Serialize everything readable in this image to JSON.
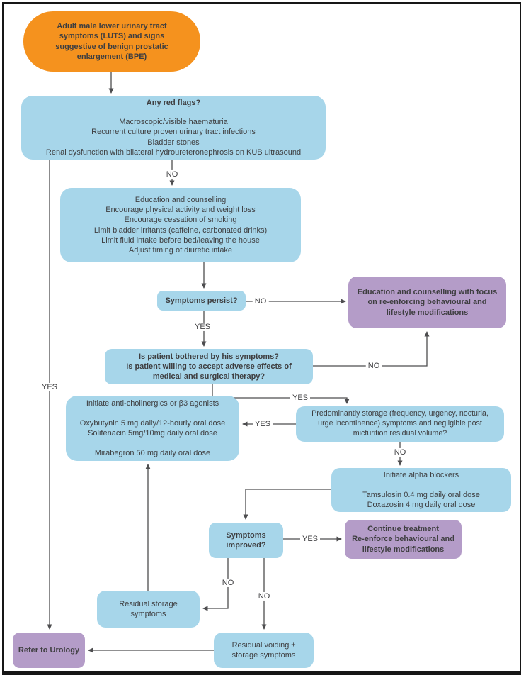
{
  "palette": {
    "node_orange": "#f5921e",
    "node_blue": "#a7d6ea",
    "node_purple": "#b49cc8",
    "connector": "#4d4d4f",
    "text": "#3e3e40",
    "frame_border": "#161616"
  },
  "labels": {
    "yes": "YES",
    "no": "NO"
  },
  "nodes": {
    "start": {
      "text": "Adult male lower urinary tract\nsymptoms (LUTS) and signs\nsuggestive of benign prostatic\nenlargement (BPE)"
    },
    "red_flags": {
      "title": "Any red flags?",
      "body": "Macroscopic/visible haematuria\nRecurrent culture proven urinary tract infections\nBladder stones\nRenal dysfunction with bilateral hydroureteronephrosis on KUB ultrasound"
    },
    "lifestyle": {
      "text": "Education and counselling\nEncourage physical activity and weight loss\nEncourage cessation of smoking\nLimit bladder irritants (caffeine, carbonated drinks)\nLimit fluid intake before bed/leaving the house\nAdjust timing of diuretic intake"
    },
    "symptoms_persist": {
      "text": "Symptoms persist?"
    },
    "edu_focus": {
      "text": "Education and counselling with focus\non re-enforcing behavioural and\nlifestyle modifications"
    },
    "bothered": {
      "text": "Is patient bothered by his symptoms?\nIs patient willing to accept adverse effects of\nmedical and surgical therapy?"
    },
    "anticholinergics": {
      "text": "Initiate anti-cholinergics or β3 agonists\n\nOxybutynin 5 mg daily/12-hourly oral dose\nSolifenacin 5mg/10mg daily oral dose\n\nMirabegron 50 mg daily oral dose"
    },
    "storage_question": {
      "text": "Predominantly storage (frequency, urgency, nocturia,\nurge incontinence) symptoms and negligible post\nmicturition residual volume?"
    },
    "alpha_blockers": {
      "text": "Initiate alpha blockers\n\nTamsulosin 0.4 mg daily oral dose\nDoxazosin 4 mg daily oral dose"
    },
    "symptoms_improved": {
      "text": "Symptoms\nimproved?"
    },
    "continue_treatment": {
      "text": "Continue treatment\nRe-enforce behavioural and\nlifestyle modifications"
    },
    "residual_storage": {
      "text": "Residual storage\nsymptoms"
    },
    "residual_voiding": {
      "text": "Residual voiding ±\nstorage symptoms"
    },
    "refer_urology": {
      "text": "Refer to Urology"
    }
  }
}
